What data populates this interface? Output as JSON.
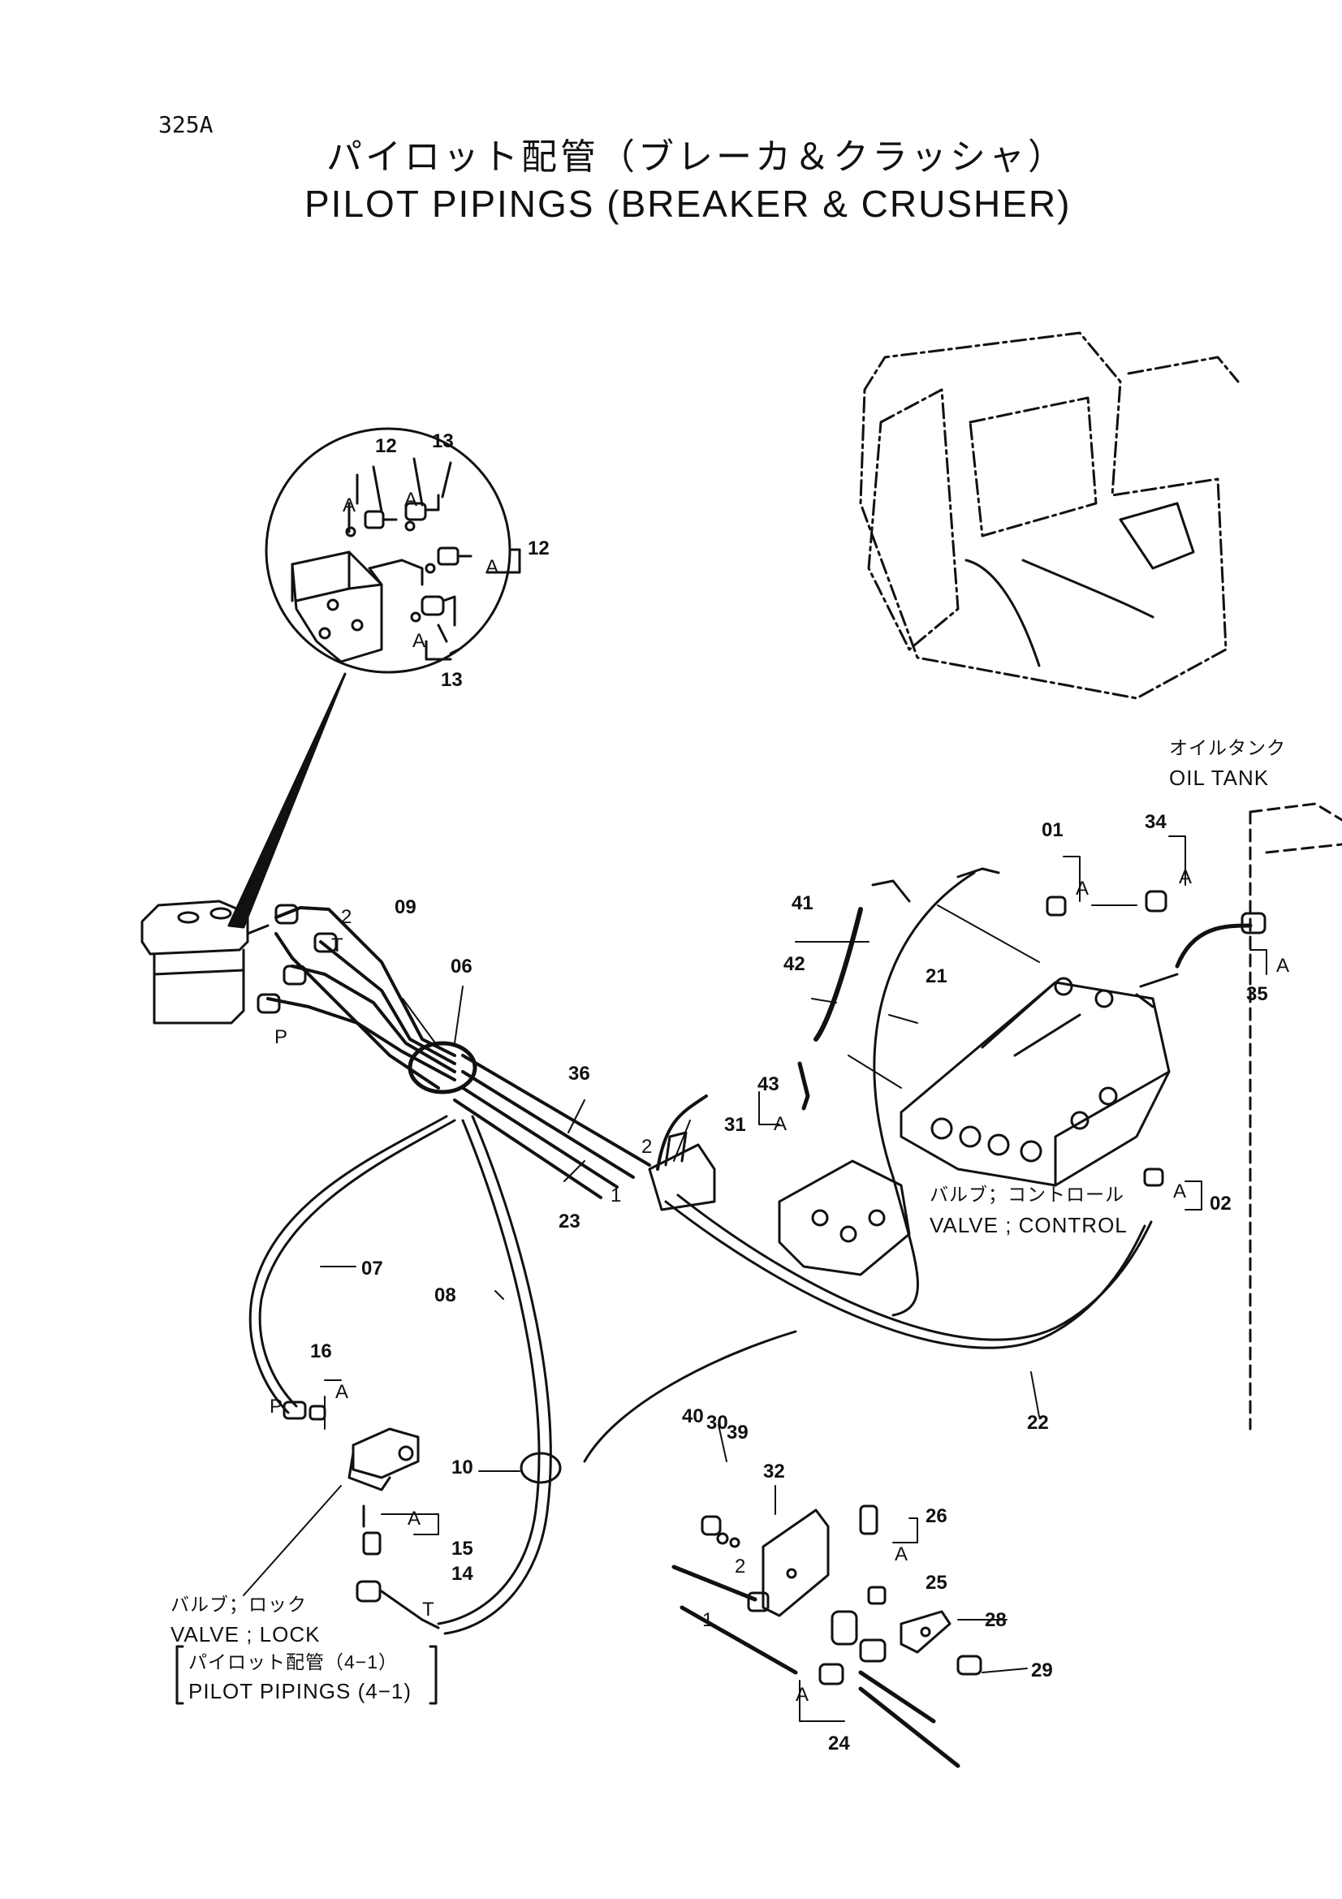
{
  "page_number": "325A",
  "title_jp": "パイロット配管（ブレーカ＆クラッシャ）",
  "title_en": "PILOT PIPINGS (BREAKER & CRUSHER)",
  "labels": {
    "oil_tank_jp": "オイルタンク",
    "oil_tank_en": "OIL TANK",
    "valve_control_jp": "バルブ；コントロール",
    "valve_control_en": "VALVE ; CONTROL",
    "valve_lock_jp": "バルブ；ロック",
    "valve_lock_en": "VALVE ; LOCK",
    "pilot_ref_jp": "パイロット配管（4−1）",
    "pilot_ref_en": "PILOT PIPINGS (4−1)"
  },
  "callouts": [
    "01",
    "02",
    "06",
    "07",
    "08",
    "09",
    "10",
    "12",
    "13",
    "14",
    "15",
    "16",
    "21",
    "22",
    "23",
    "24",
    "25",
    "26",
    "28",
    "29",
    "30",
    "31",
    "32",
    "34",
    "35",
    "36",
    "39",
    "40",
    "41",
    "42",
    "43"
  ],
  "callout_marks": {
    "c12a": "12",
    "c13a": "13",
    "c12b": "12",
    "c13b": "13",
    "c09": "09",
    "c06": "06",
    "c36": "36",
    "c31": "31",
    "c23": "23",
    "c07": "07",
    "c08": "08",
    "c16": "16",
    "c10": "10",
    "c15": "15",
    "c14": "14",
    "c41": "41",
    "c42": "42",
    "c21": "21",
    "c43": "43",
    "c01": "01",
    "c34": "34",
    "c35": "35",
    "c02": "02",
    "c22": "22",
    "c40": "40",
    "c30": "30",
    "c39": "39",
    "c32": "32",
    "c26": "26",
    "c25": "25",
    "c28": "28",
    "c29": "29",
    "c24": "24"
  },
  "letter_marks": {
    "a": "A",
    "p": "P",
    "t": "T",
    "one": "1",
    "two": "2"
  }
}
